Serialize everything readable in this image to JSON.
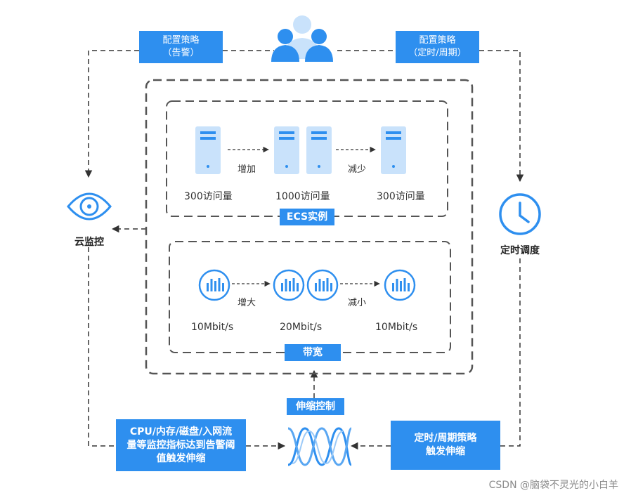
{
  "policies": {
    "alarm": {
      "line1": "配置策略",
      "line2": "（告警）"
    },
    "schedule": {
      "line1": "配置策略",
      "line2": "（定时/周期）"
    }
  },
  "monitor": {
    "label": "云监控",
    "icon": "eye-icon"
  },
  "scheduler": {
    "label": "定时调度",
    "icon": "clock-icon"
  },
  "ecs": {
    "title": "ECS实例",
    "increase": "增加",
    "decrease": "减少",
    "values": [
      "300访问量",
      "1000访问量",
      "300访问量"
    ]
  },
  "bandwidth": {
    "title": "带宽",
    "increase": "增大",
    "decrease": "减小",
    "values": [
      "10Mbit/s",
      "20Mbit/s",
      "10Mbit/s"
    ]
  },
  "scaling": {
    "label": "伸缩控制",
    "icon": "wave-icon"
  },
  "triggers": {
    "metric": {
      "line1": "CPU/内存/磁盘/入网流",
      "line2": "量等监控指标达到告警阈",
      "line3": "值触发伸缩"
    },
    "schedule": {
      "line1": "定时/周期策略",
      "line2": "触发伸缩"
    }
  },
  "users_icon": "users-icon",
  "watermark": "CSDN @脑袋不灵光的小白羊",
  "colors": {
    "accent": "#2e8fef",
    "server": "#c9e2fb",
    "dash": "#333333"
  }
}
